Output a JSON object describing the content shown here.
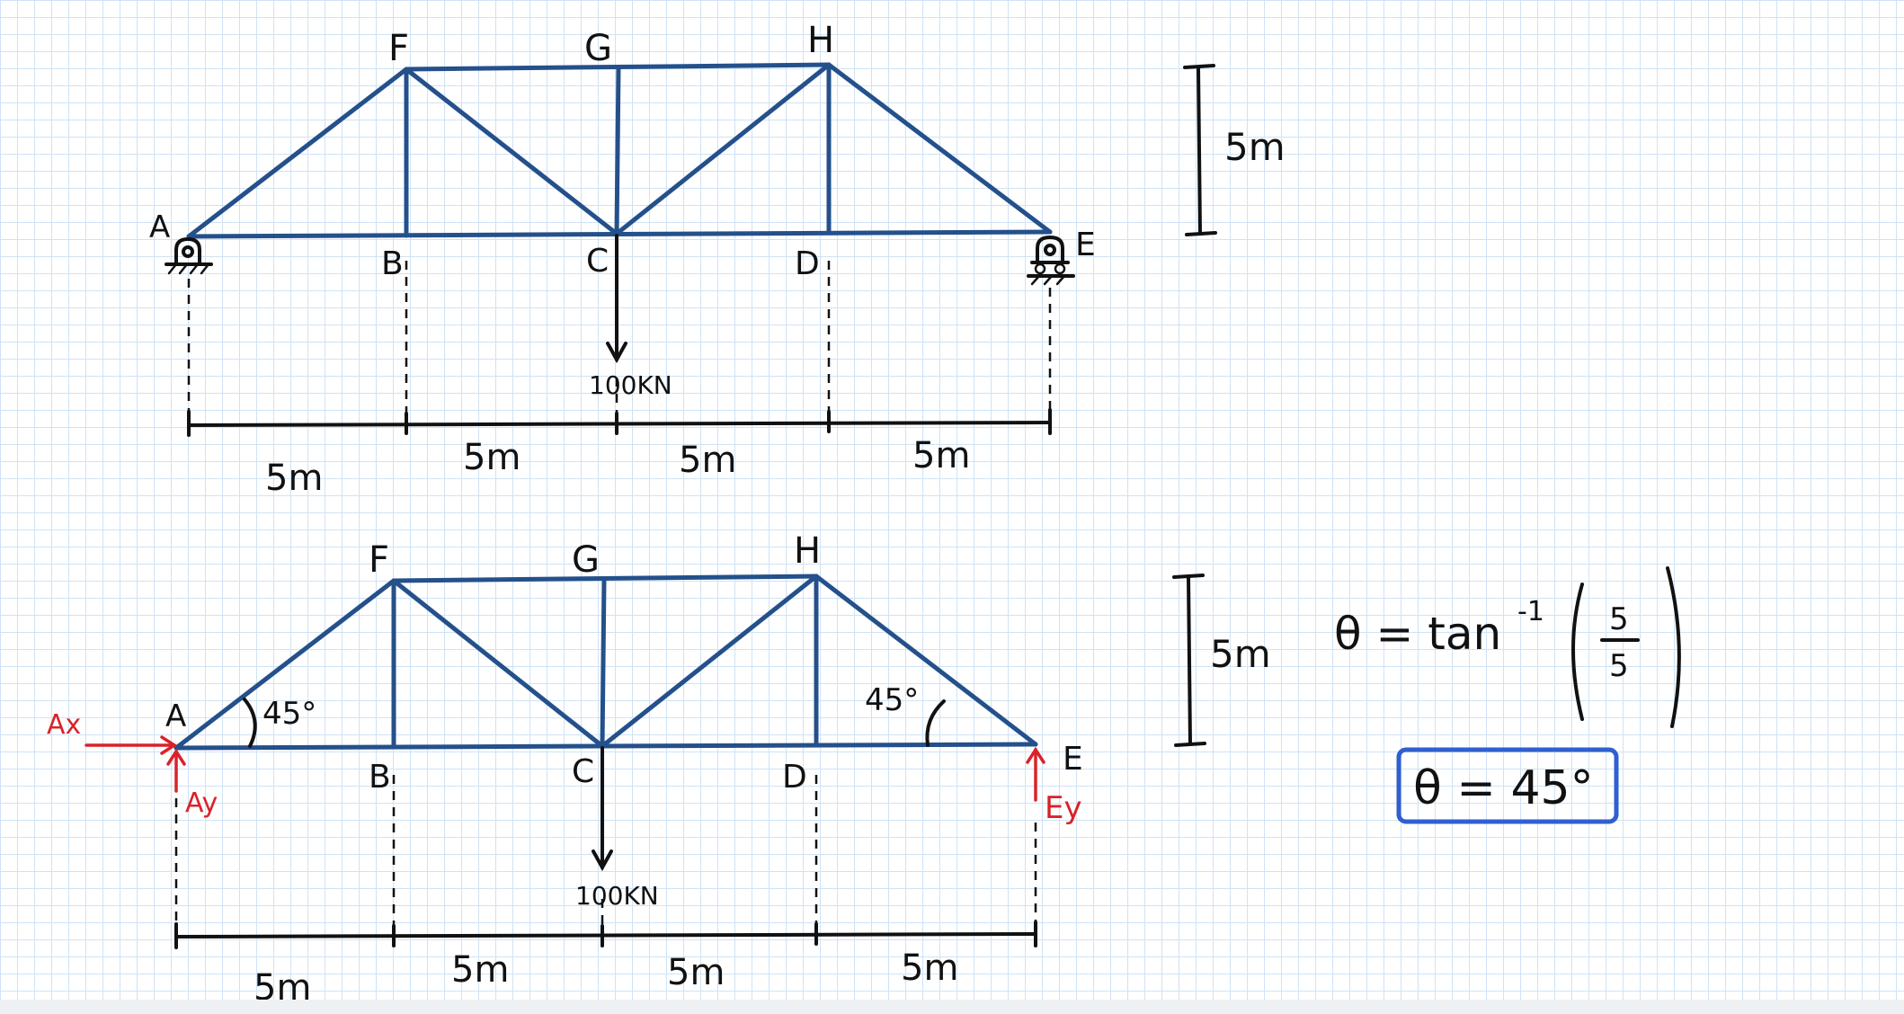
{
  "diagram_top": {
    "nodes": {
      "A": "A",
      "B": "B",
      "C": "C",
      "D": "D",
      "E": "E",
      "F": "F",
      "G": "G",
      "H": "H"
    },
    "load": "100KN",
    "spans": [
      "5m",
      "5m",
      "5m",
      "5m"
    ],
    "height": "5m"
  },
  "diagram_bottom": {
    "nodes": {
      "A": "A",
      "B": "B",
      "C": "C",
      "D": "D",
      "E": "E",
      "F": "F",
      "G": "G",
      "H": "H"
    },
    "load": "100KN",
    "spans": [
      "5m",
      "5m",
      "5m",
      "5m"
    ],
    "height": "5m",
    "angle_left": "45°",
    "angle_right": "45°",
    "reactions": {
      "ax": "Ax",
      "ay": "Ay",
      "ey": "Ey"
    }
  },
  "equation": {
    "lhs": "θ = tan",
    "exp": "-1",
    "numerator": "5",
    "denominator": "5",
    "result": "θ = 45°"
  },
  "colors": {
    "member": "#24508b",
    "reaction": "#d8232a",
    "box": "#2f5fd0",
    "grid": "#cfe3f5"
  }
}
